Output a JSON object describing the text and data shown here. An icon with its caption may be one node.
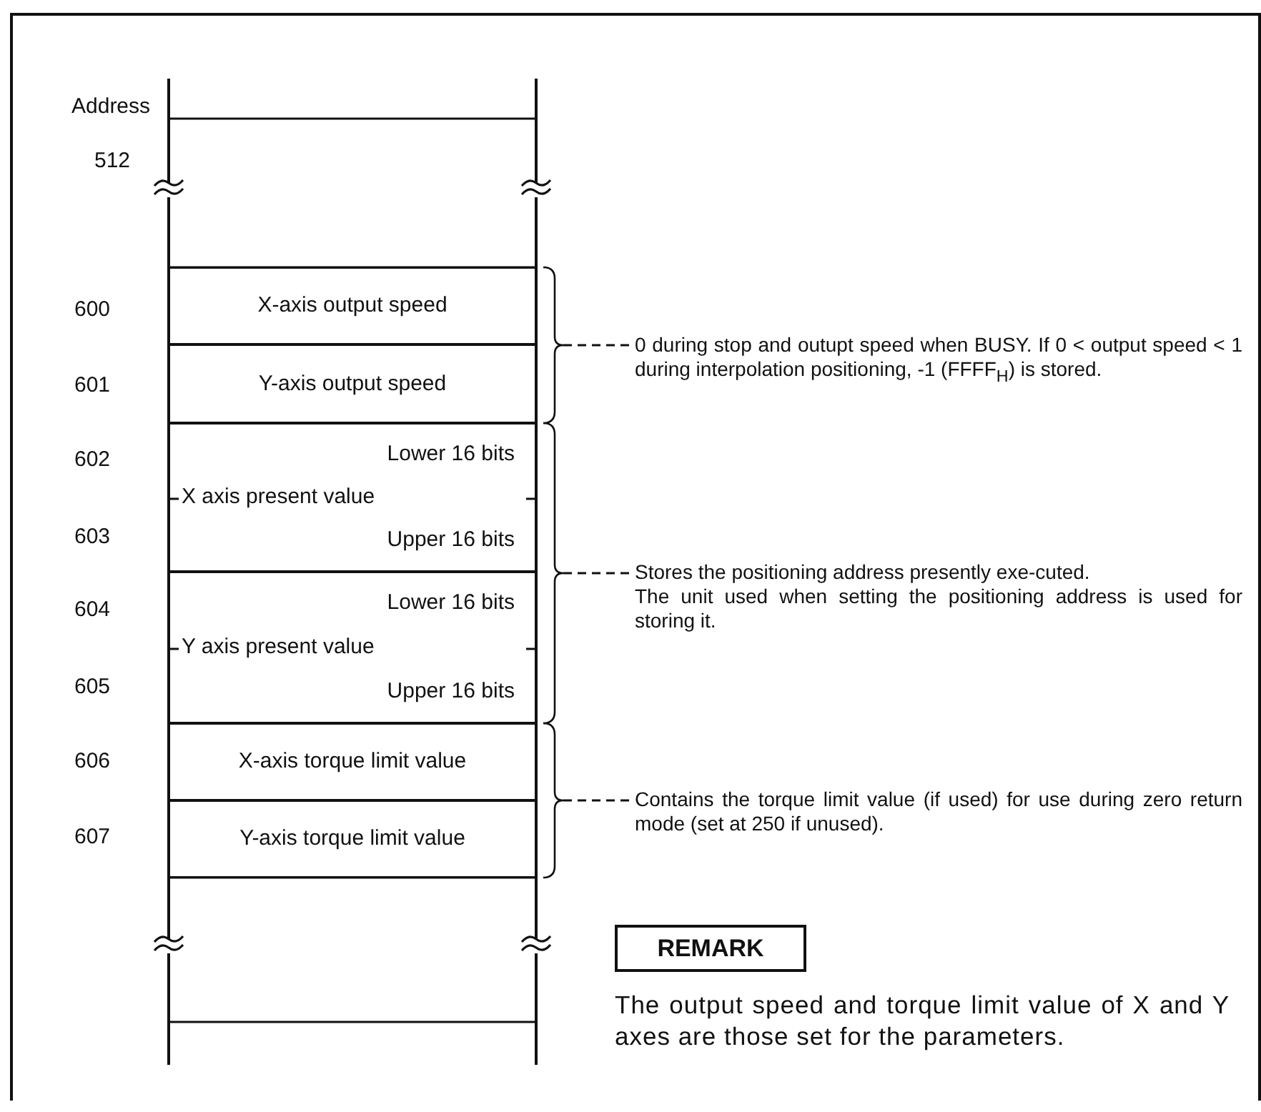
{
  "diagram": {
    "nodes": [
      {
        "text": [
          "X-axis output speed"
        ]
      },
      {
        "text": [
          "Y-axis output speed"
        ]
      },
      {
        "text": [
          "Lower 16 bits",
          "X axis present value",
          "Upper 16 bits"
        ]
      },
      {
        "text": [
          "Lower 16 bits",
          "Y axis present value",
          "Upper 16 bits"
        ]
      },
      {
        "text": [
          "X-axis torque limit value"
        ]
      },
      {
        "text": [
          "Y-axis torque limit value"
        ]
      },
      {
        "text": [],
        "shape": "bracket"
      },
      {
        "text": [],
        "shape": "bracket"
      },
      {
        "text": [],
        "shape": "bracket"
      },
      {
        "text": [
          "0 during stop and outupt speed when BUSY. If 0 < output speed < 1 during interpolation positioning, -1 (FFFF$_{H}$) is stored."
        ]
      },
      {
        "text": [
          "Stores the positioning address presently exe-cuted.",
          "The unit used when setting the positioning address is used for storing it."
        ]
      },
      {
        "text": [
          "Contains the torque limit value (if used) for use during zero return mode (set at 250 if unused)."
        ]
      },
      {
        "text": [
          "REMARK"
        ]
      }
    ],
    "edges": [
      {
        "from": 9,
        "to": 6,
        "arrow": "none",
        "style": "dashed"
      },
      {
        "from": 10,
        "to": 7,
        "arrow": "none",
        "style": "dashed"
      },
      {
        "from": 11,
        "to": 8,
        "arrow": "none",
        "style": "dashed"
      }
    ],
    "labels": [
      "Address",
      "512",
      "600",
      "601",
      "602",
      "603",
      "604",
      "605",
      "606",
      "607",
      "The output speed and torque limit value of X and Y axes are those set for the parameters."
    ]
  }
}
